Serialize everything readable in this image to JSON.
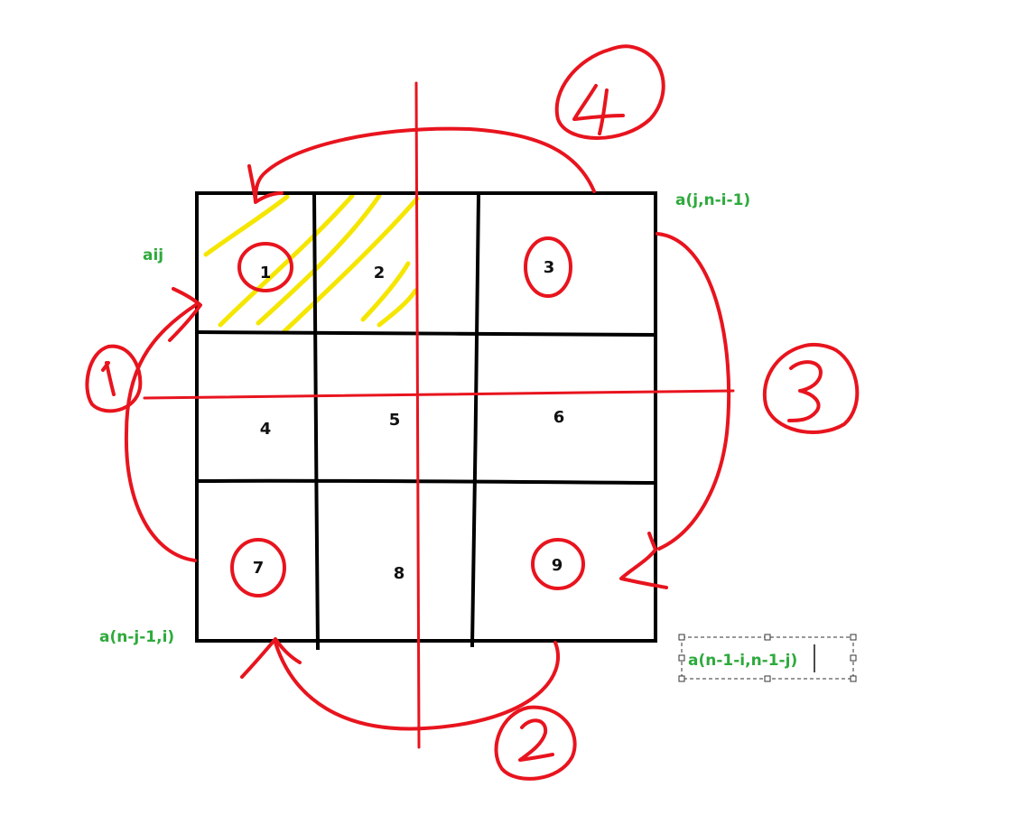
{
  "colors": {
    "grid": "#000000",
    "annotation_red": "#e8141e",
    "highlight_yellow": "#f5e600",
    "label_green": "#2eaa3c",
    "background": "#ffffff"
  },
  "cells": [
    "1",
    "2",
    "3",
    "4",
    "5",
    "6",
    "7",
    "8",
    "9"
  ],
  "circled_cells": [
    "1",
    "3",
    "7",
    "9"
  ],
  "highlighted_cells": [
    "1",
    "2"
  ],
  "rotation_steps": [
    "1",
    "2",
    "3",
    "4"
  ],
  "index_labels": {
    "top_left": "aij",
    "top_right": "a(j,n-i-1)",
    "bottom_left": "a(n-j-1,i)",
    "bottom_right": "a(n-1-i,n-1-j)"
  }
}
